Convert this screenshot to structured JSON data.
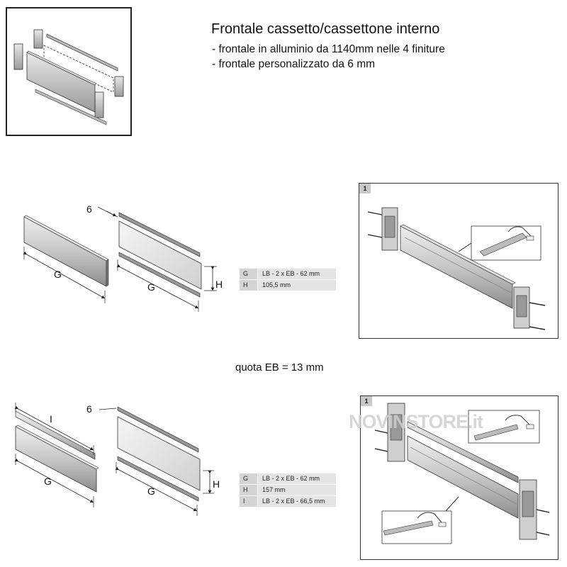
{
  "header": {
    "title": "Frontale cassetto/cassettone interno",
    "line1": "- frontale in alluminio da 1140mm nelle 4 finiture",
    "line2": "- frontale personalizzato da 6 mm"
  },
  "diagram1": {
    "dim_thickness": "6",
    "dim_g_left": "G",
    "dim_g_right": "G",
    "dim_h": "H",
    "table": [
      {
        "key": "G",
        "value": "LB - 2 x EB - 62 mm"
      },
      {
        "key": "H",
        "value": "105,5 mm"
      }
    ],
    "panel_step": "1"
  },
  "quota": "quota EB = 13 mm",
  "diagram2": {
    "dim_thickness": "6",
    "dim_i": "I",
    "dim_g_left": "G",
    "dim_g_right": "G",
    "dim_h": "H",
    "table": [
      {
        "key": "G",
        "value": "LB - 2 x EB - 62 mm"
      },
      {
        "key": "H",
        "value": "157 mm"
      },
      {
        "key": "I",
        "value": "LB - 2 x EB - 66,5 mm"
      }
    ],
    "panel_step": "1"
  },
  "watermark": "NOVINSTORE.it",
  "colors": {
    "panel_fill": "#c9c9c9",
    "panel_dark": "#8a8a8a",
    "table_key": "#d4d4d4",
    "table_value": "#e4e4e4"
  }
}
